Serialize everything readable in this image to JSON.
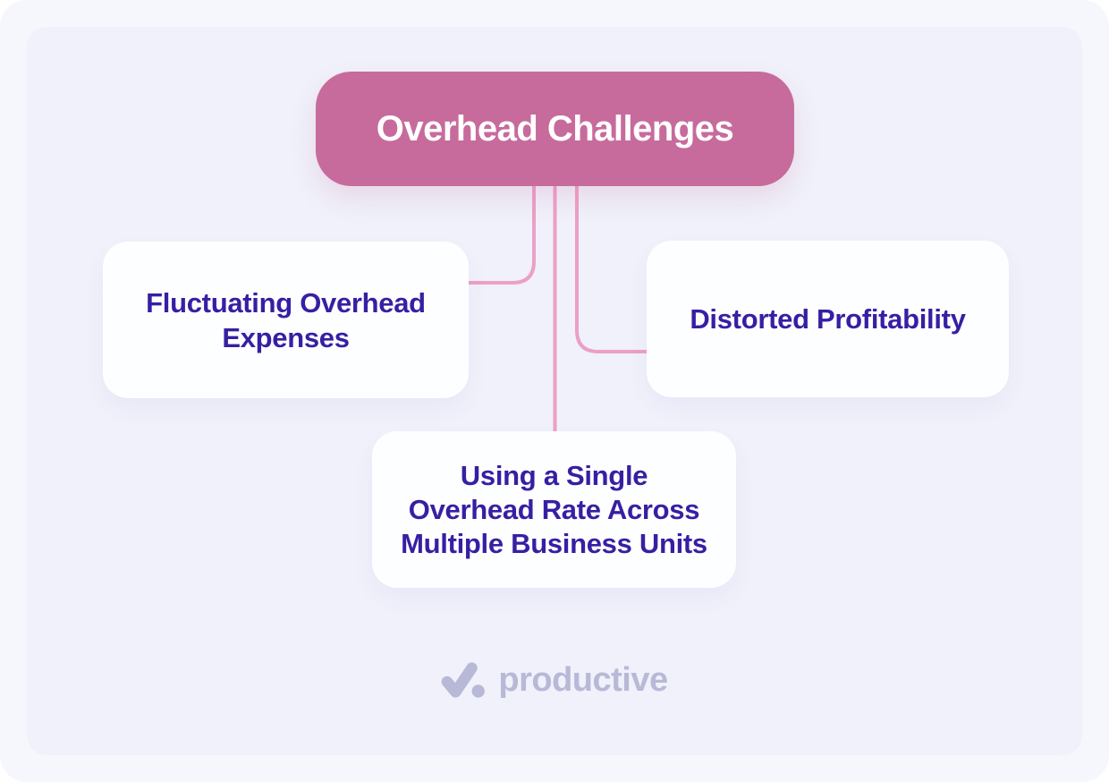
{
  "diagram": {
    "root": {
      "label": "Overhead Challenges"
    },
    "children": [
      {
        "name": "fluctuating-overhead-expenses",
        "label": "Fluctuating Overhead Expenses",
        "lines": [
          "Fluctuating Overhead",
          "Expenses"
        ]
      },
      {
        "name": "distorted-profitability",
        "label": "Distorted Profitability",
        "lines": [
          "Distorted Profitability"
        ]
      },
      {
        "name": "single-overhead-rate",
        "label": "Using a Single Overhead Rate Across Multiple Business Units",
        "lines": [
          "Using a Single",
          "Overhead Rate Across",
          "Multiple Business Units"
        ]
      }
    ]
  },
  "branding": {
    "wordmark": "productive"
  },
  "colors": {
    "root_node_bg": "#C76B9C",
    "root_node_text": "#FFFFFF",
    "child_node_bg": "#FDFEFF",
    "child_node_text": "#371FA3",
    "connector": "#EC9FC7",
    "canvas_bg": "#F0F1FA",
    "outer_bg": "#F6F7FD",
    "wordmark_color": "#B8B9D6"
  }
}
